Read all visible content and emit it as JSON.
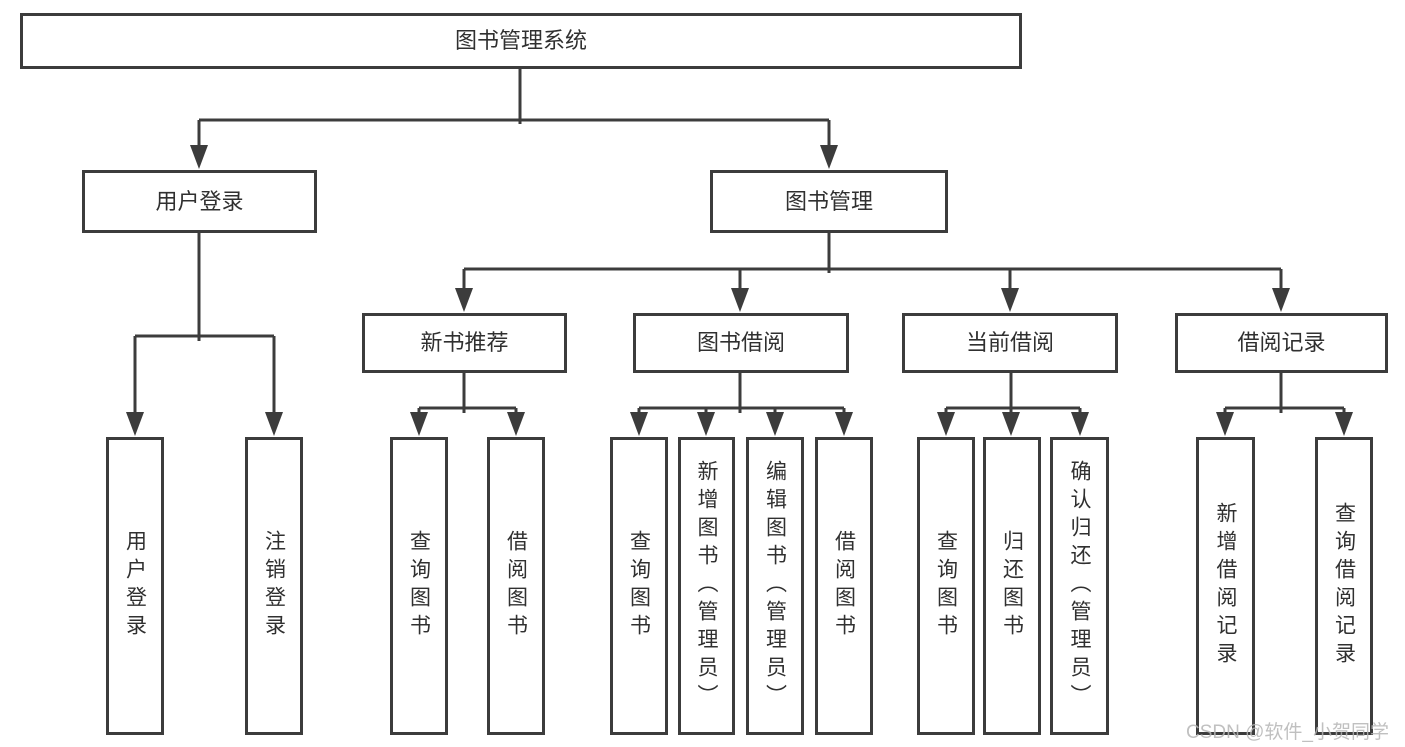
{
  "diagram": {
    "root": "图书管理系统",
    "user_login": {
      "label": "用户登录",
      "children": [
        "用户登录",
        "注销登录"
      ]
    },
    "book_mgmt": {
      "label": "图书管理",
      "sections": [
        {
          "label": "新书推荐",
          "children": [
            "查询图书",
            "借阅图书"
          ]
        },
        {
          "label": "图书借阅",
          "children": [
            "查询图书",
            "新增图书（管理员）",
            "编辑图书（管理员）",
            "借阅图书"
          ]
        },
        {
          "label": "当前借阅",
          "children": [
            "查询图书",
            "归还图书",
            "确认归还（管理员）"
          ]
        },
        {
          "label": "借阅记录",
          "children": [
            "新增借阅记录",
            "查询借阅记录"
          ]
        }
      ]
    }
  },
  "watermark": "CSDN @软件_小贺同学",
  "colors": {
    "line": "#3c3c3c",
    "box_border": "#3c3c3c",
    "box_fill": "#ffffff",
    "text": "#303030",
    "watermark": "#b6b6b6"
  }
}
